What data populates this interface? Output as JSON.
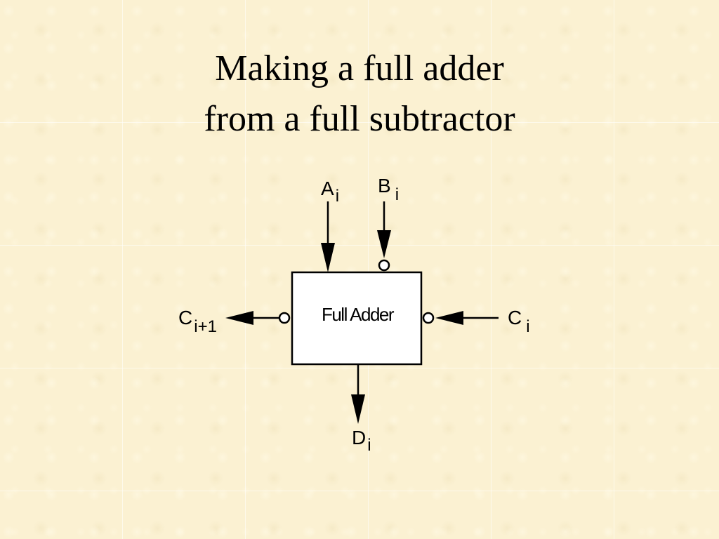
{
  "slide": {
    "title_line1": "Making a full adder",
    "title_line2": "from a full subtractor"
  },
  "diagram": {
    "block_label": "Full Adder",
    "input_a": {
      "base": "A",
      "sub": "i"
    },
    "input_b": {
      "base": "B",
      "sub": "i"
    },
    "carry_in": {
      "base": "C",
      "sub": "i"
    },
    "carry_out": {
      "base": "C",
      "sub": "i+1"
    },
    "output_d": {
      "base": "D",
      "sub": "i"
    },
    "inverted_ports": [
      "B input",
      "carry in",
      "carry out"
    ]
  },
  "colors": {
    "background": "#fbf1d2",
    "line": "#000000",
    "box_fill": "#ffffff"
  }
}
